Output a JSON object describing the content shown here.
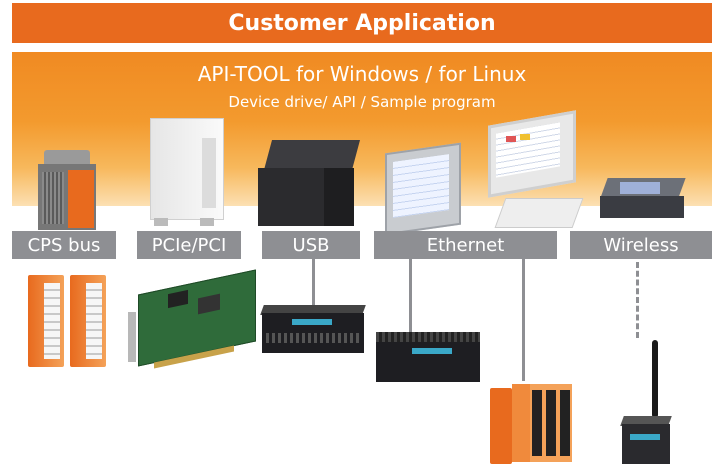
{
  "header": {
    "title": "Customer Application"
  },
  "api": {
    "title": "API-TOOL for Windows / for Linux",
    "subtitle": "Device drive/ API / Sample program"
  },
  "interfaces": [
    {
      "label": "CPS bus"
    },
    {
      "label": "PCIe/PCI"
    },
    {
      "label": "USB"
    },
    {
      "label": "Ethernet"
    },
    {
      "label": "Wireless"
    }
  ],
  "colors": {
    "accent": "#e86a1e",
    "bar_gray": "#8e8f93"
  }
}
